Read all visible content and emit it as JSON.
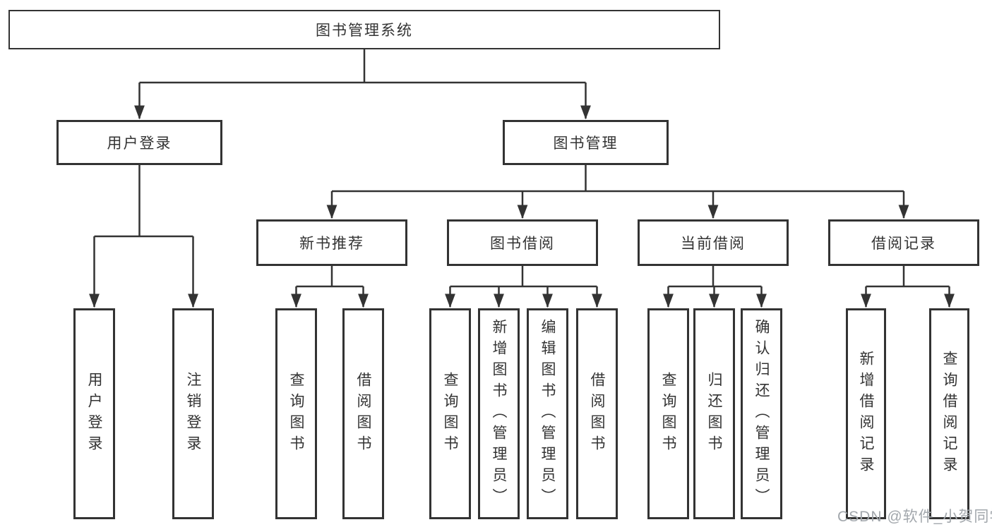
{
  "tree": {
    "root": {
      "label": "图书管理系统"
    },
    "level2": [
      {
        "label": "用户登录"
      },
      {
        "label": "图书管理"
      }
    ],
    "level3": [
      {
        "label": "新书推荐",
        "parent": "图书管理"
      },
      {
        "label": "图书借阅",
        "parent": "图书管理"
      },
      {
        "label": "当前借阅",
        "parent": "图书管理"
      },
      {
        "label": "借阅记录",
        "parent": "图书管理"
      }
    ],
    "leaves": [
      {
        "label": "用户登录",
        "parent": "用户登录"
      },
      {
        "label": "注销登录",
        "parent": "用户登录"
      },
      {
        "label": "查询图书",
        "parent": "新书推荐"
      },
      {
        "label": "借阅图书",
        "parent": "新书推荐"
      },
      {
        "label": "查询图书",
        "parent": "图书借阅"
      },
      {
        "label": "新增图书（管理员）",
        "parent": "图书借阅"
      },
      {
        "label": "编辑图书（管理员）",
        "parent": "图书借阅"
      },
      {
        "label": "借阅图书",
        "parent": "图书借阅"
      },
      {
        "label": "查询图书",
        "parent": "当前借阅"
      },
      {
        "label": "归还图书",
        "parent": "当前借阅"
      },
      {
        "label": "确认归还（管理员）",
        "parent": "当前借阅"
      },
      {
        "label": "新增借阅记录",
        "parent": "借阅记录"
      },
      {
        "label": "查询借阅记录",
        "parent": "借阅记录"
      }
    ]
  },
  "watermark": {
    "text": "CSDN @软件_小贺同学"
  },
  "colors": {
    "line": "#333333",
    "box_border": "#333333",
    "text": "#333333",
    "background": "#ffffff",
    "watermark": "#a2a7ac"
  }
}
